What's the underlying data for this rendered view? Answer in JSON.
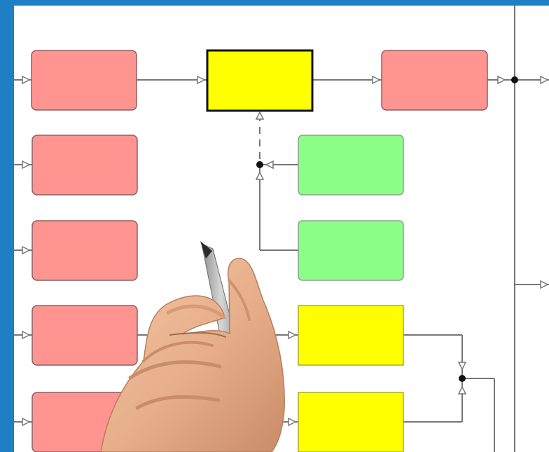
{
  "scene": {
    "colors": {
      "border_blue": "#1f7fc4",
      "background": "#ffffff",
      "red_box": "#ff9490",
      "yellow_box": "#ffff00",
      "green_box": "#8cff88",
      "line": "#777777",
      "skin": "#e9b38f",
      "pen": "#a7a7a7"
    },
    "objects": [
      {
        "name": "flowchart",
        "icon": "flowchart-icon"
      },
      {
        "name": "hand",
        "icon": "hand-icon"
      },
      {
        "name": "marker-pen",
        "icon": "marker-pen-icon"
      }
    ]
  }
}
